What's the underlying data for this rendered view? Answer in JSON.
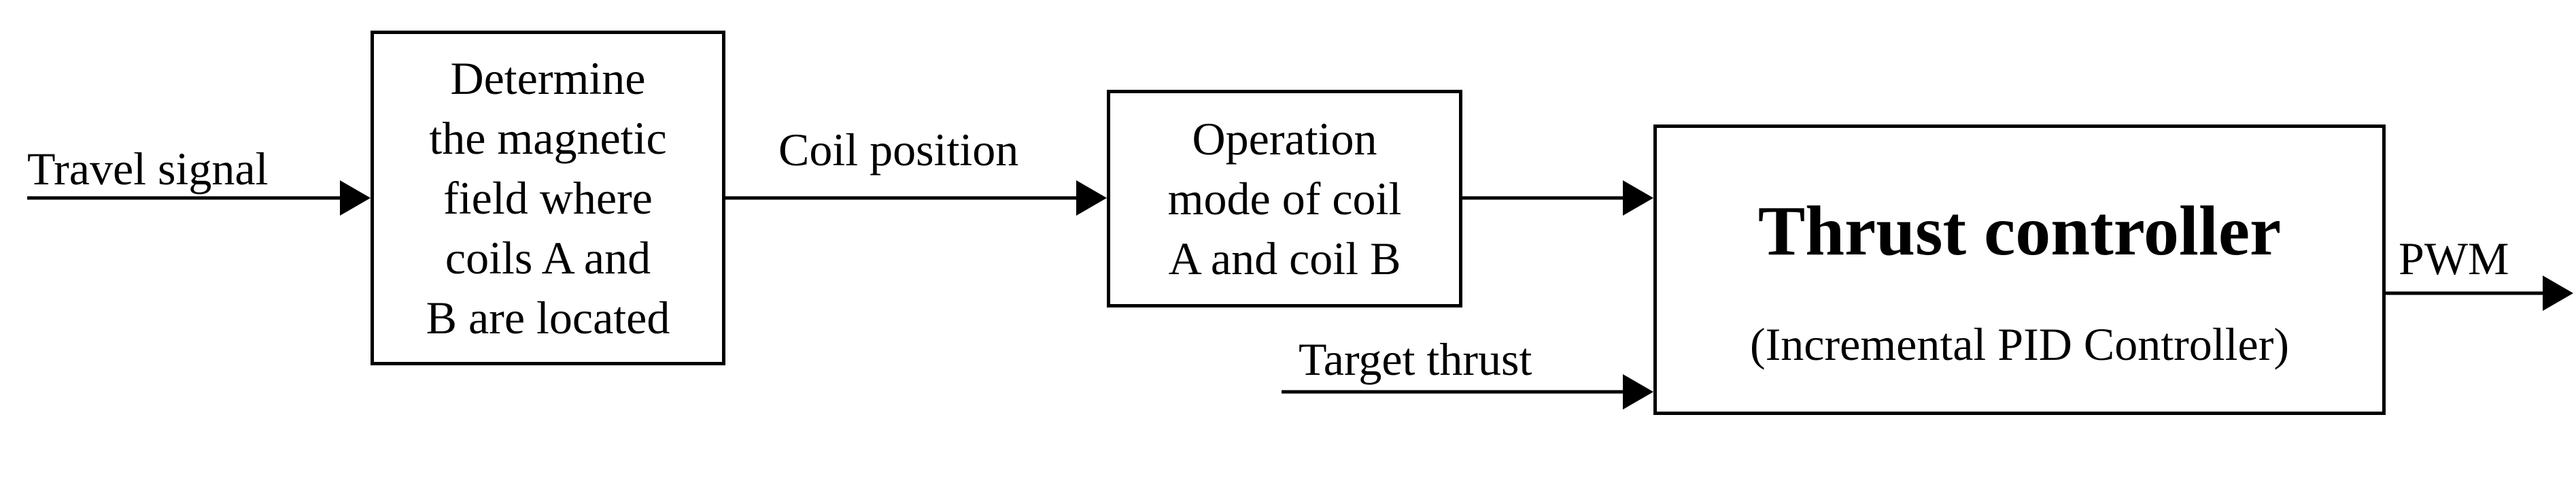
{
  "inputs": {
    "travel_signal": "Travel signal",
    "target_thrust": "Target thrust"
  },
  "signals": {
    "coil_position": "Coil position",
    "pwm": "PWM"
  },
  "blocks": {
    "determine_field": {
      "lines": [
        "Determine",
        "the magnetic",
        "field where",
        "coils A and",
        "B are located"
      ]
    },
    "operation_mode": {
      "lines": [
        "Operation",
        "mode of coil",
        "A and coil B"
      ]
    },
    "thrust_controller": {
      "title": "Thrust controller",
      "subtitle": "(Incremental PID Controller)"
    }
  }
}
